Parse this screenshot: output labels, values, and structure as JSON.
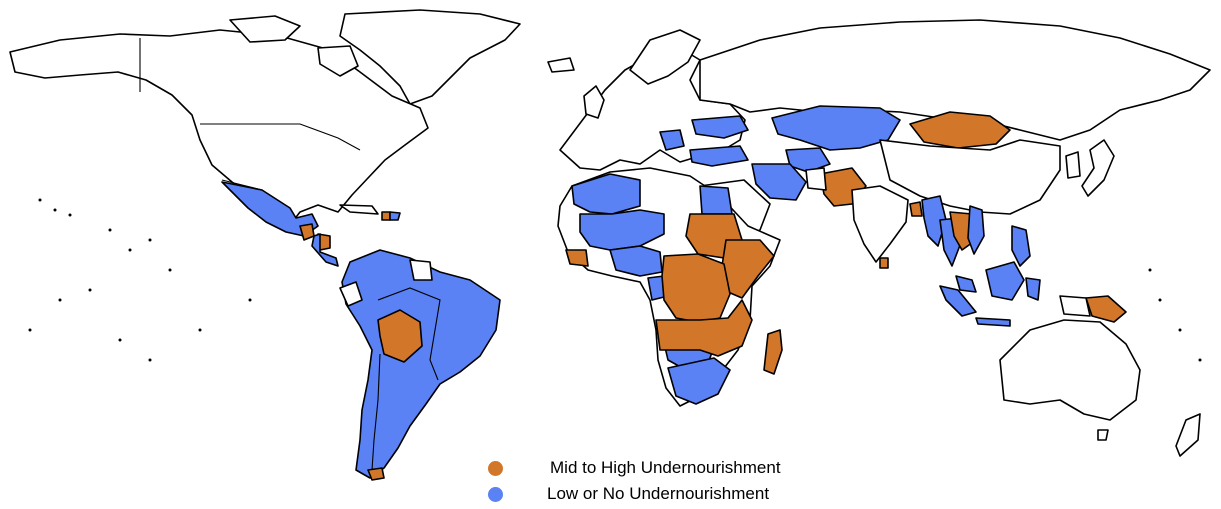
{
  "colors": {
    "mid_high": "#d2772a",
    "low_none": "#5a82f5",
    "land": "#ffffff",
    "outline": "#000000"
  },
  "legend": {
    "items": [
      {
        "label": "Mid to High Undernourishment",
        "color": "#d2772a",
        "icon": "orange-dot"
      },
      {
        "label": "Low or No Undernourishment",
        "color": "#5a82f5",
        "icon": "blue-dot"
      }
    ]
  },
  "regions": {
    "mid_high": [
      "Mongolia",
      "Pakistan",
      "Bolivia",
      "Guatemala",
      "Nicaragua",
      "Haiti",
      "Sierra Leone",
      "Sudan",
      "Ethiopia",
      "Kenya",
      "Tanzania",
      "DR Congo",
      "Zambia",
      "Angola",
      "Zimbabwe",
      "Mozambique",
      "Madagascar",
      "Sri Lanka",
      "Bangladesh",
      "Laos",
      "Cambodia",
      "Papua New Guinea"
    ],
    "low_none": [
      "Mexico",
      "Colombia",
      "Venezuela",
      "Brazil",
      "Peru",
      "Chile",
      "Argentina",
      "Paraguay",
      "Kazakhstan",
      "Turkmenistan",
      "Uzbekistan",
      "Iran",
      "Turkey",
      "Ukraine",
      "Morocco",
      "Algeria",
      "Mali",
      "Niger",
      "Nigeria",
      "Egypt",
      "Gabon",
      "Namibia",
      "Botswana",
      "South Africa",
      "Myanmar",
      "Thailand",
      "Vietnam",
      "Malaysia",
      "Indonesia",
      "Philippines"
    ]
  }
}
